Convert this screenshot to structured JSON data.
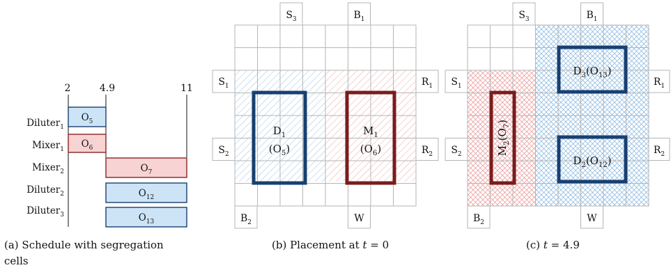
{
  "schedule": {
    "ticks": [
      "2",
      "4.9",
      "11"
    ],
    "rows": [
      {
        "label": "Diluter",
        "sub": "1",
        "op": "O",
        "op_sub": "5",
        "fill": "#cde4f7",
        "stroke": "#1a3f6e"
      },
      {
        "label": "Mixer",
        "sub": "1",
        "op": "O",
        "op_sub": "6",
        "fill": "#f7d3d3",
        "stroke": "#8a2323"
      },
      {
        "label": "Mixer",
        "sub": "2",
        "op": "O",
        "op_sub": "7",
        "fill": "#f7d3d3",
        "stroke": "#8a2323"
      },
      {
        "label": "Diluter",
        "sub": "2",
        "op": "O",
        "op_sub": "12",
        "fill": "#cde4f7",
        "stroke": "#1a3f6e"
      },
      {
        "label": "Diluter",
        "sub": "3",
        "op": "O",
        "op_sub": "13",
        "fill": "#cde4f7",
        "stroke": "#1a3f6e"
      }
    ],
    "caption_line1": "(a) Schedule with segregation",
    "caption_line2": "cells"
  },
  "placement_b": {
    "ports": {
      "s3": {
        "main": "S",
        "sub": "3"
      },
      "b1": {
        "main": "B",
        "sub": "1"
      },
      "s1": {
        "main": "S",
        "sub": "1"
      },
      "r1": {
        "main": "R",
        "sub": "1"
      },
      "s2": {
        "main": "S",
        "sub": "2"
      },
      "r2": {
        "main": "R",
        "sub": "2"
      },
      "b2": {
        "main": "B",
        "sub": "2"
      },
      "w": {
        "main": "W",
        "sub": ""
      }
    },
    "modules": [
      {
        "main": "D",
        "sub": "1",
        "op": "(O",
        "op_sub": "5",
        "op_close": ")",
        "color": "#173f72"
      },
      {
        "main": "M",
        "sub": "1",
        "op": "(O",
        "op_sub": "6",
        "op_close": ")",
        "color": "#7a1c1c"
      }
    ],
    "caption_prefix": "(b) Placement at ",
    "caption_var": "t",
    "caption_suffix": " = 0"
  },
  "placement_c": {
    "ports": {
      "s3": {
        "main": "S",
        "sub": "3"
      },
      "b1": {
        "main": "B",
        "sub": "1"
      },
      "s1": {
        "main": "S",
        "sub": "1"
      },
      "r1": {
        "main": "R",
        "sub": "1"
      },
      "s2": {
        "main": "S",
        "sub": "2"
      },
      "r2": {
        "main": "R",
        "sub": "2"
      },
      "b2": {
        "main": "B",
        "sub": "2"
      },
      "w": {
        "main": "W",
        "sub": ""
      }
    },
    "modules": [
      {
        "main": "M",
        "sub": "2",
        "op": "(O",
        "op_sub": "7",
        "op_close": ")",
        "color": "#7a1c1c"
      },
      {
        "main": "D",
        "sub": "3",
        "op": "(O",
        "op_sub": "13",
        "op_close": ")",
        "color": "#173f72"
      },
      {
        "main": "D",
        "sub": "2",
        "op": "(O",
        "op_sub": "12",
        "op_close": ")",
        "color": "#173f72"
      }
    ],
    "caption_var": "t",
    "caption_prefix": "(c) ",
    "caption_suffix": " = 4.9"
  },
  "colors": {
    "blue_hatch": "#7fb2dd",
    "red_hatch": "#e89090",
    "grid": "#b5b5b5"
  }
}
